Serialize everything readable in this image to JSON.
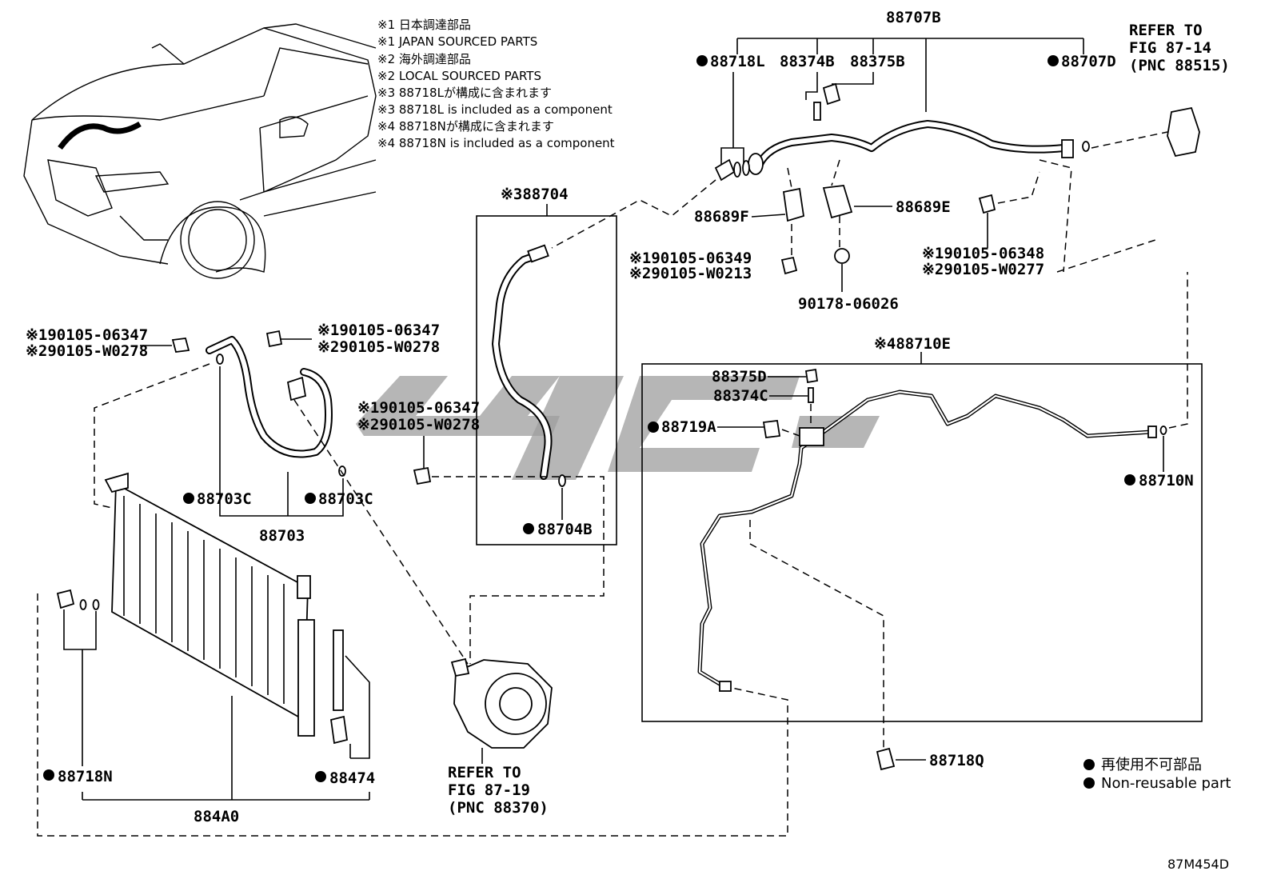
{
  "notes": [
    "※1 日本調達部品",
    "※1 JAPAN SOURCED PARTS",
    "※2 海外調達部品",
    "※2 LOCAL SOURCED PARTS",
    "※3 88718Lが構成に含まれます",
    "※3 88718L is included as a component",
    "※4 88718Nが構成に含まれます",
    "※4 88718N is included as a component"
  ],
  "labels": {
    "p88707B": "88707B",
    "p88718L": "88718L",
    "p88374B": "88374B",
    "p88375B": "88375B",
    "p88707D": "88707D",
    "refer1": [
      "REFER TO",
      "FIG 87-14",
      "(PNC 88515)"
    ],
    "p88689F": "88689F",
    "p88689E": "88689E",
    "b1_1": "※190105-06349",
    "b1_2": "※290105-W0213",
    "p90178": "90178-06026",
    "b2_1": "※190105-06348",
    "b2_2": "※290105-W0277",
    "p88704": "※388704",
    "b3_1": "※190105-06347",
    "b3_2": "※290105-W0278",
    "b4_1": "※190105-06347",
    "b4_2": "※290105-W0278",
    "b5_1": "※190105-06347",
    "b5_2": "※290105-W0278",
    "p88703C_a": "88703C",
    "p88703C_b": "88703C",
    "p88703": "88703",
    "p88704B": "88704B",
    "p88710E": "※488710E",
    "p88375D": "88375D",
    "p88374C": "88374C",
    "p88719A": "88719A",
    "p88710N": "88710N",
    "p88718N": "88718N",
    "p88474": "88474",
    "p884A0": "884A0",
    "refer2": [
      "REFER TO",
      "FIG 87-19",
      "(PNC 88370)"
    ],
    "p88718Q": "88718Q",
    "legend_jp": "再使用不可部品",
    "legend_en": "Non-reusable part",
    "figure_id": "87M454D"
  }
}
